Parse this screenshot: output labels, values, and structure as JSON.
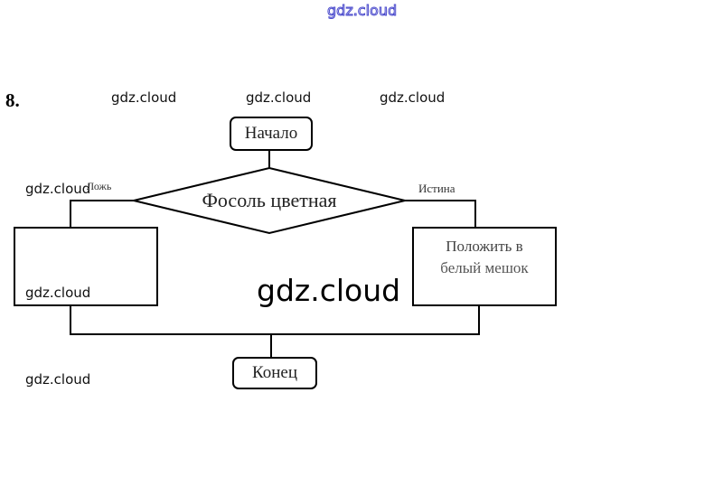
{
  "watermarks": {
    "top": "gdz.cloud",
    "row1": [
      "gdz.cloud",
      "gdz.cloud",
      "gdz.cloud"
    ],
    "left_mid": "gdz.cloud",
    "left_box": "gdz.cloud",
    "center_big": "gdz.cloud",
    "bottom_left": "gdz.cloud"
  },
  "task_number": "8.",
  "flowchart": {
    "start": "Начало",
    "condition": "Фосоль цветная",
    "false_label": "Ложь",
    "true_label": "Истина",
    "true_action": [
      "Положить в",
      "белый мешок"
    ],
    "false_action": "",
    "end": "Конец"
  }
}
